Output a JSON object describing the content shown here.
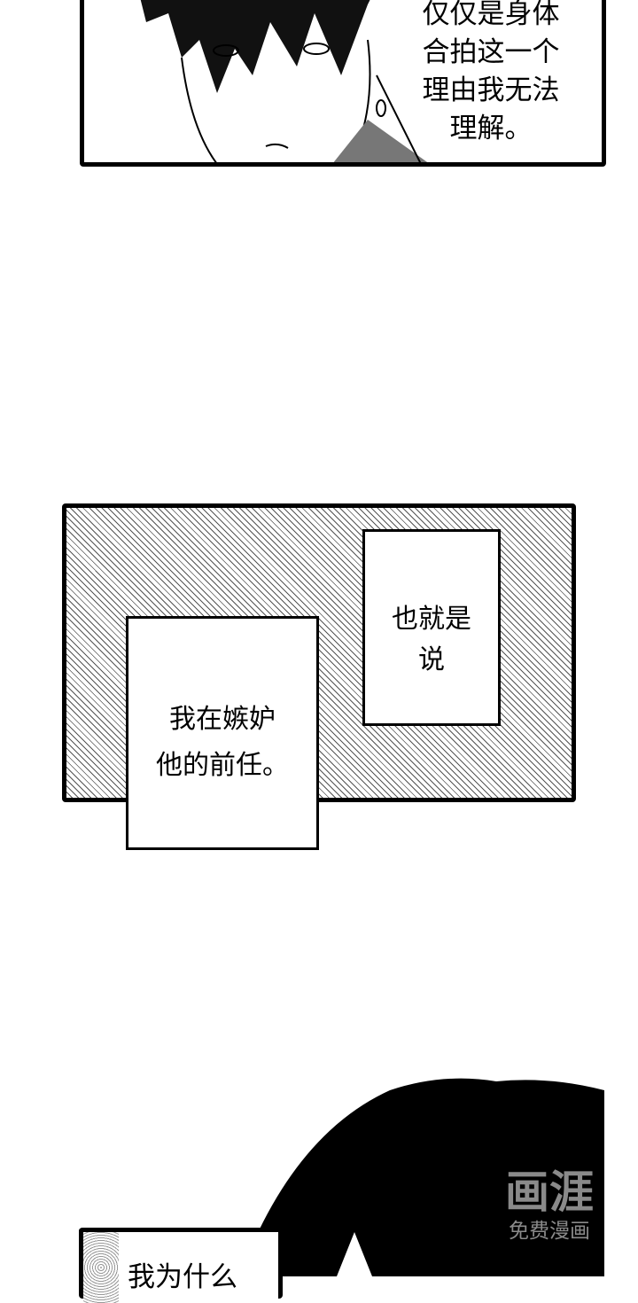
{
  "panels": [
    {
      "id": "top",
      "speech": "仅仅是身体\n合拍这一个\n理由我无法\n理解。"
    },
    {
      "id": "middle",
      "captions": [
        {
          "text": "也就是说"
        },
        {
          "text": "我在嫉妒\n他的前任。"
        }
      ]
    },
    {
      "id": "bottom",
      "speech": "我为什么"
    }
  ],
  "watermark": {
    "logo": "画涯",
    "tagline": "免费漫画"
  }
}
